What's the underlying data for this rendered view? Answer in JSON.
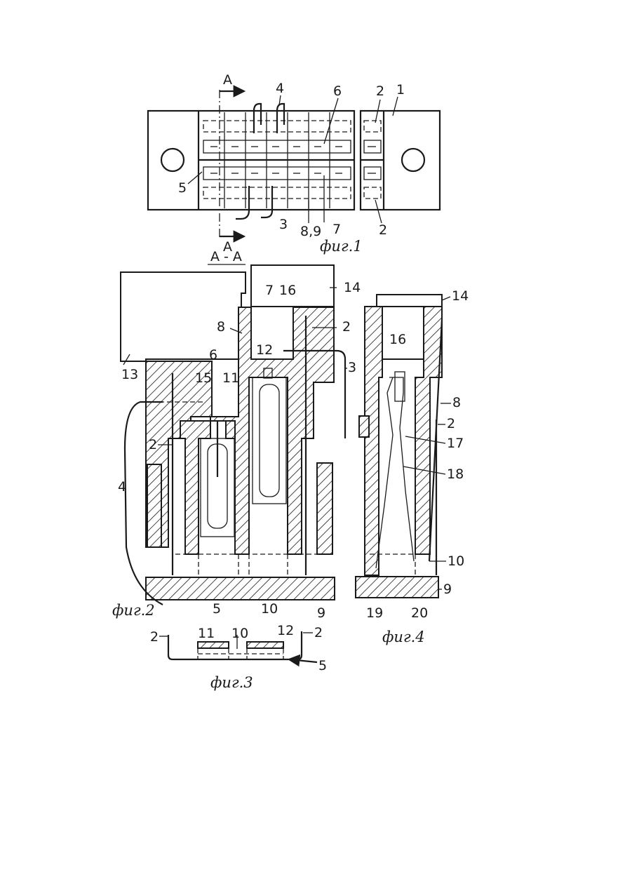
{
  "figures": {
    "fig1": {
      "caption": "фиг.1",
      "section_letter_top": "A",
      "section_letter_bottom": "A",
      "labels": {
        "l1": "1",
        "l2a": "2",
        "l2b": "2",
        "l3": "3",
        "l4": "4",
        "l5": "5",
        "l6": "6",
        "l7": "7",
        "l89": "8,9"
      }
    },
    "fig2": {
      "caption": "фиг.2",
      "section_title": "A - A",
      "labels": {
        "l2a": "2",
        "l2b": "2",
        "l3": "3",
        "l4": "4",
        "l5": "5",
        "l6": "6",
        "l7": "7",
        "l8": "8",
        "l9": "9",
        "l10": "10",
        "l11": "11",
        "l12": "12",
        "l13": "13",
        "l14": "14",
        "l15": "15",
        "l16": "16"
      }
    },
    "fig3": {
      "caption": "фиг.3",
      "labels": {
        "l2a": "2",
        "l2b": "2",
        "l5": "5",
        "l10": "10",
        "l11": "11",
        "l12": "12"
      }
    },
    "fig4": {
      "caption": "фиг.4",
      "labels": {
        "l2": "2",
        "l8": "8",
        "l9": "9",
        "l10": "10",
        "l14": "14",
        "l16": "16",
        "l17": "17",
        "l18": "18",
        "l19": "19",
        "l20": "20"
      }
    }
  }
}
